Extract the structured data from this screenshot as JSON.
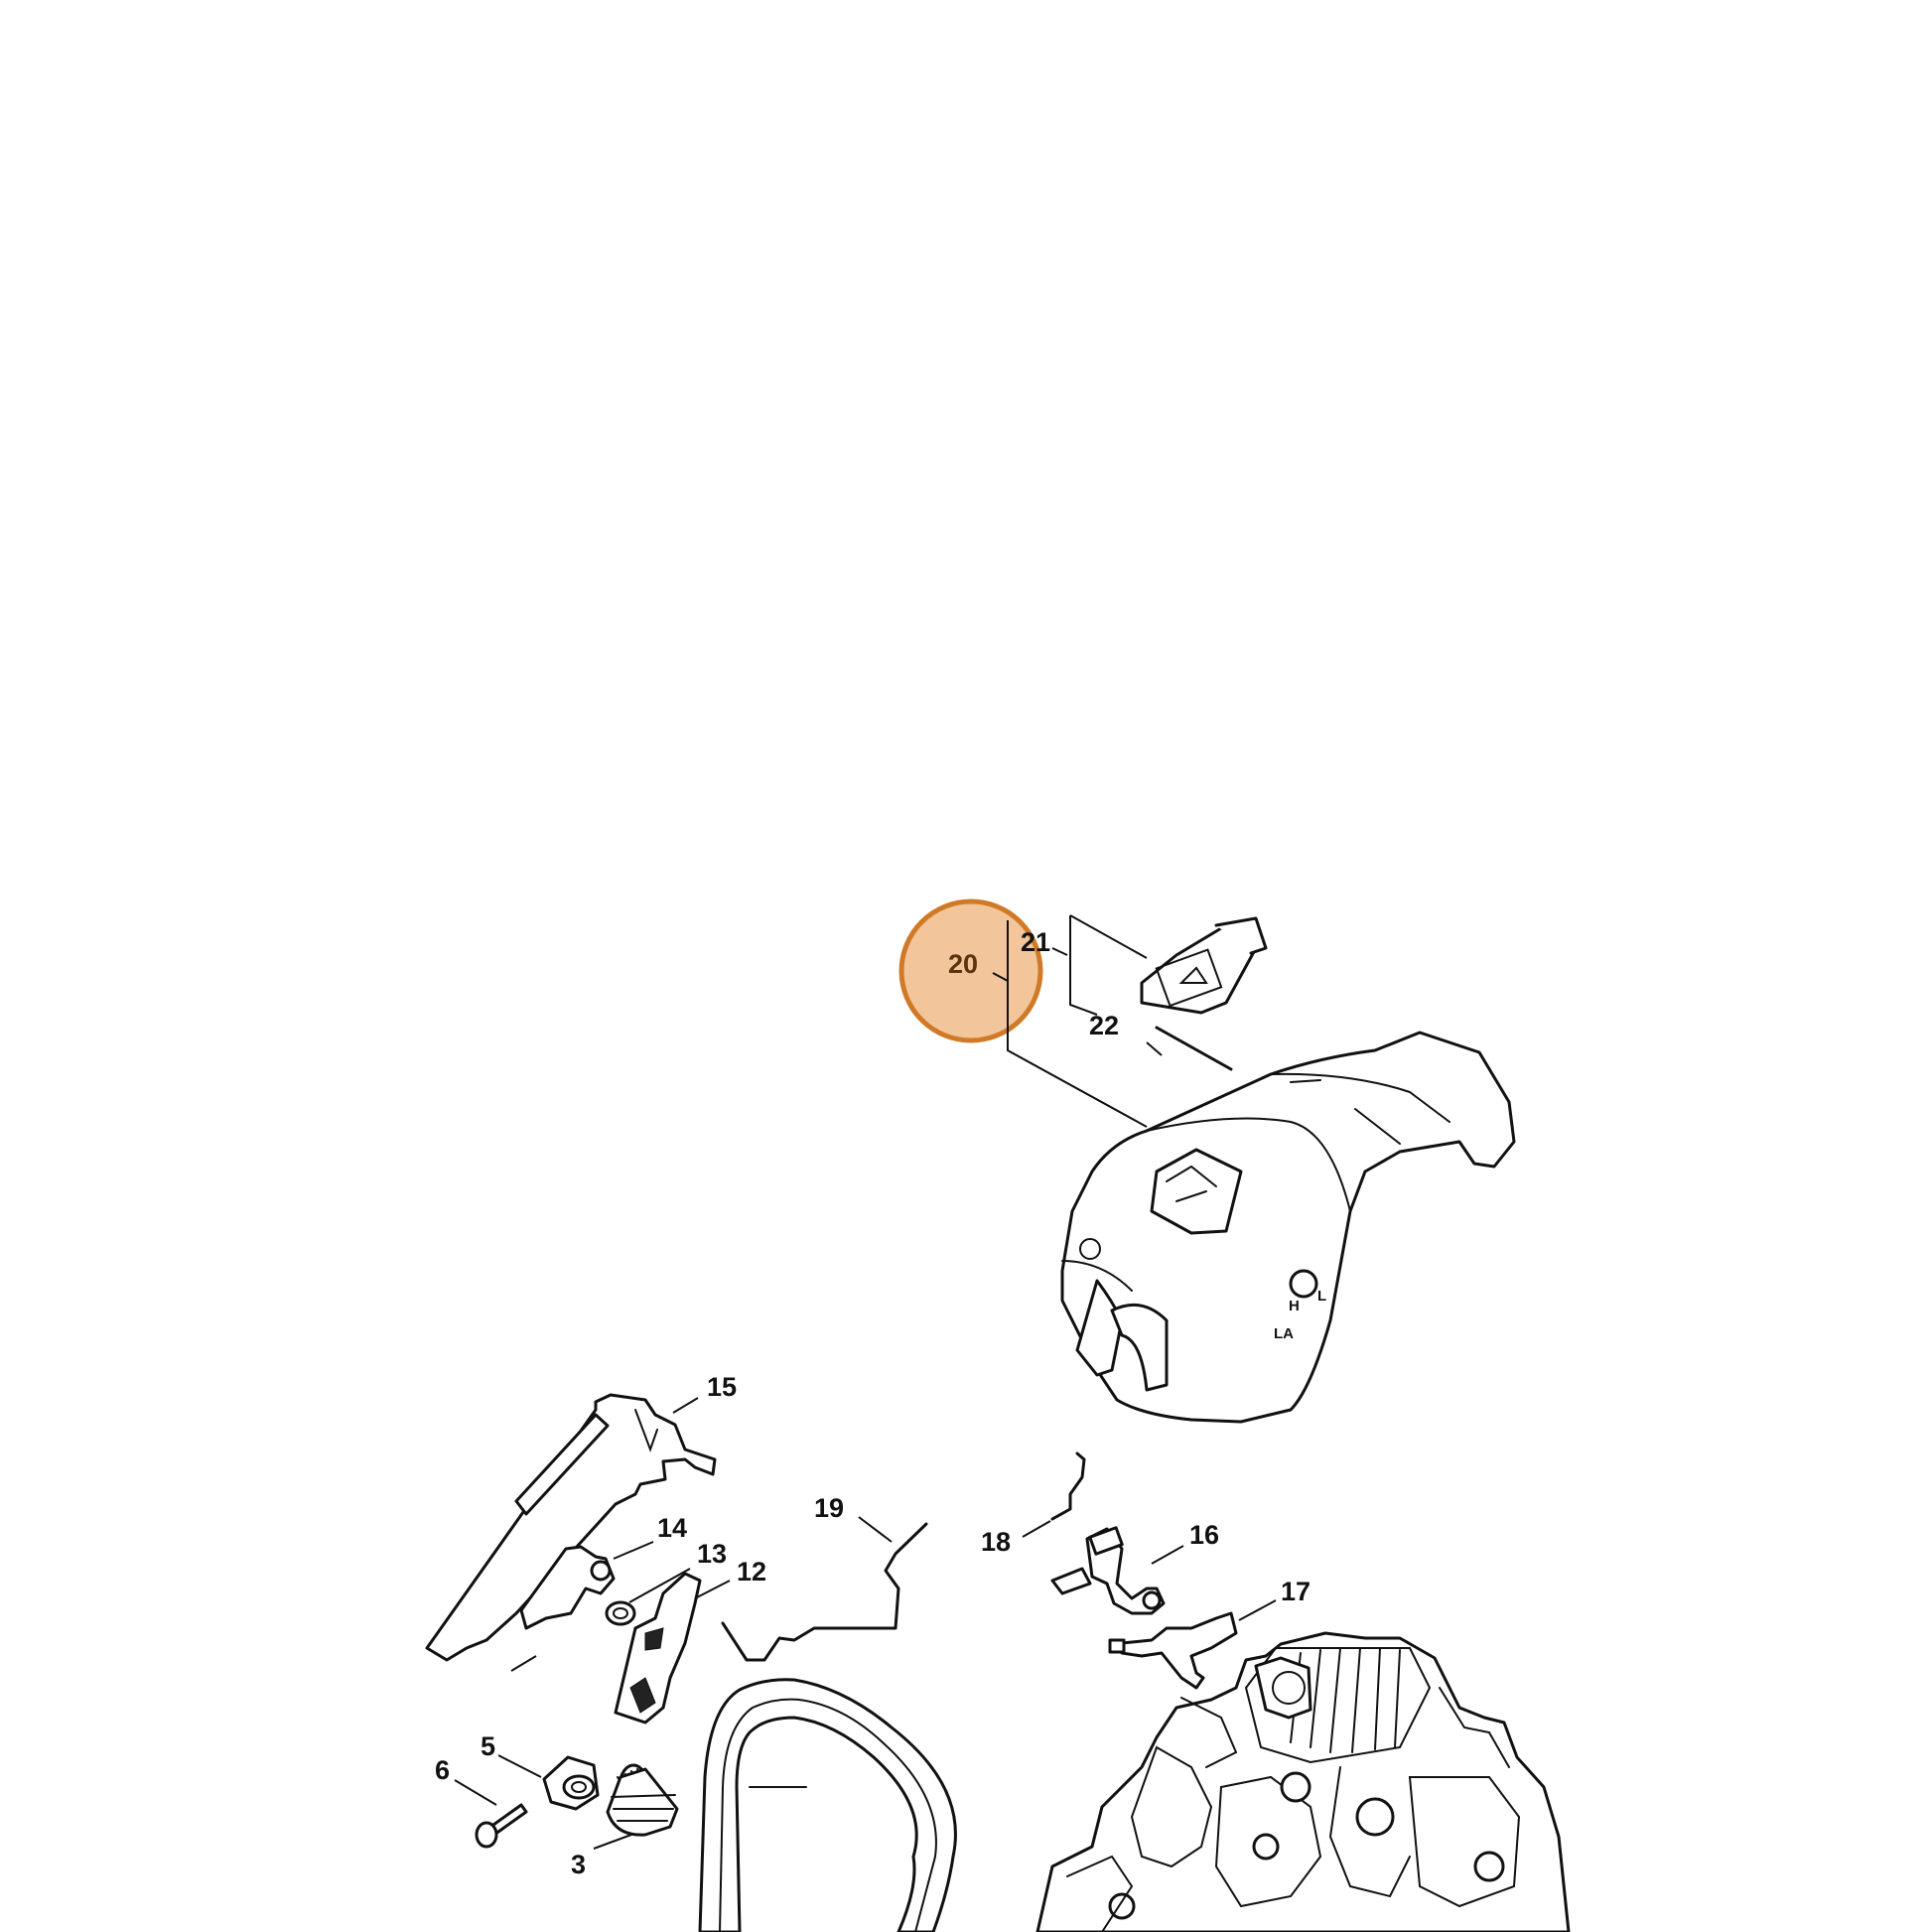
{
  "diagram": {
    "callouts": [
      "20",
      "21",
      "22",
      "15",
      "14",
      "13",
      "12",
      "19",
      "18",
      "16",
      "17",
      "5",
      "6",
      "3"
    ],
    "highlighted_callout": "20",
    "cover_markings": [
      "H",
      "L",
      "LA"
    ],
    "colors": {
      "highlight_fill": "#f2c59a",
      "highlight_stroke": "#d07a28",
      "line": "#111111"
    }
  }
}
